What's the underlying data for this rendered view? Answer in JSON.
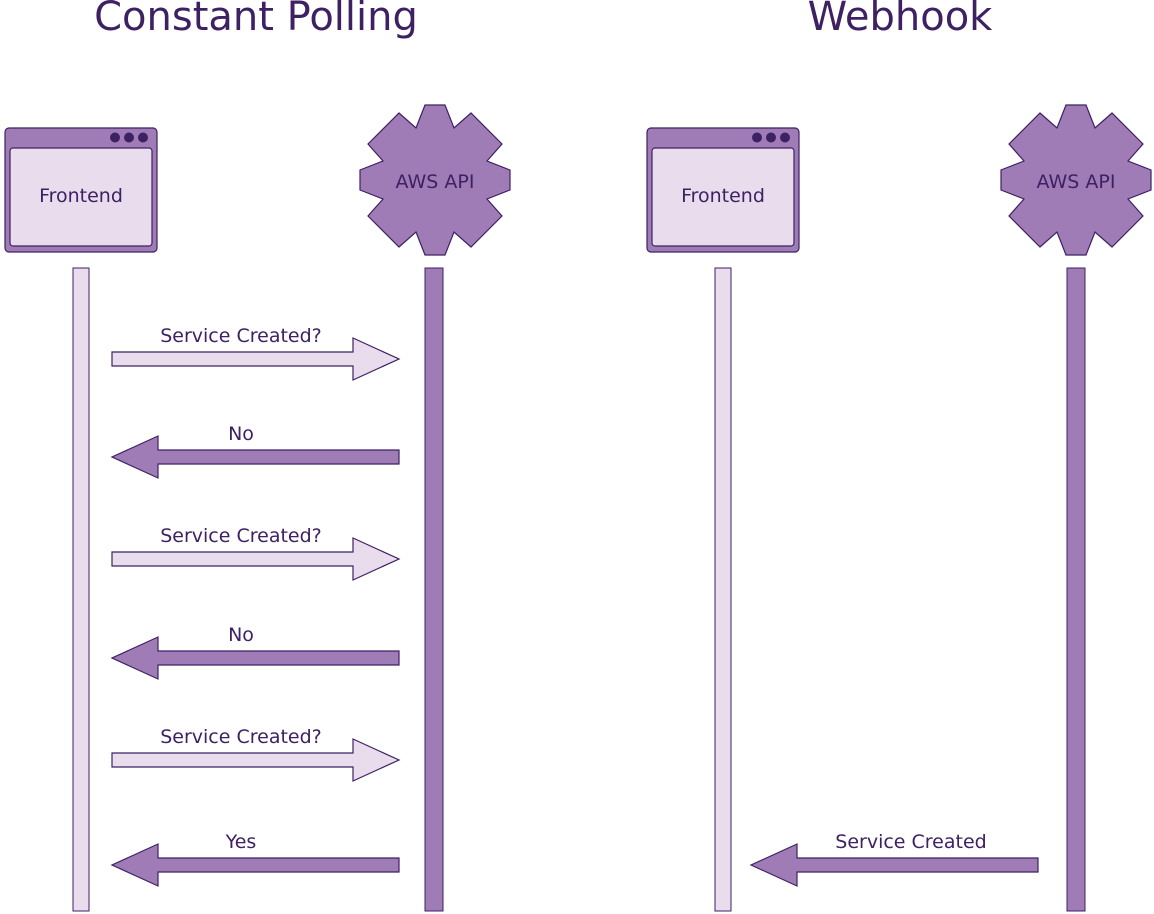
{
  "colors": {
    "dark": "#3d2163",
    "medium": "#a07cb7",
    "light": "#e8dced",
    "white": "#ffffff"
  },
  "panels": {
    "polling": {
      "title": "Constant Polling",
      "frontend_label": "Frontend",
      "api_label": "AWS API",
      "messages": [
        {
          "label": "Service Created?",
          "direction": "right"
        },
        {
          "label": "No",
          "direction": "left"
        },
        {
          "label": "Service Created?",
          "direction": "right"
        },
        {
          "label": "No",
          "direction": "left"
        },
        {
          "label": "Service Created?",
          "direction": "right"
        },
        {
          "label": "Yes",
          "direction": "left"
        }
      ]
    },
    "webhook": {
      "title": "Webhook",
      "frontend_label": "Frontend",
      "api_label": "AWS API",
      "messages": [
        {
          "label": "Service Created",
          "direction": "left"
        }
      ]
    }
  }
}
